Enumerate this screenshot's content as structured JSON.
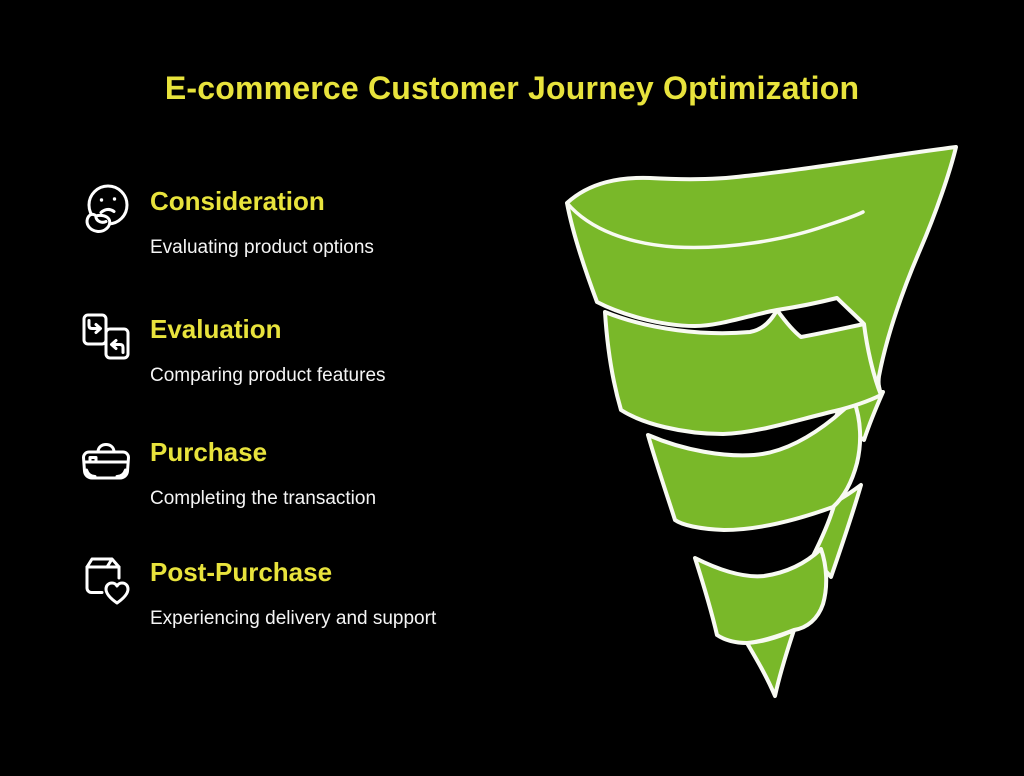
{
  "title": "E-commerce Customer Journey Optimization",
  "colors": {
    "background": "#000000",
    "accent_yellow": "#e8e33c",
    "funnel_green": "#79b829",
    "outline_white": "#f8faf2",
    "body_text_white": "#f5f5f5"
  },
  "stages": [
    {
      "name": "Consideration",
      "description": "Evaluating product options",
      "icon": "thinking-face-icon"
    },
    {
      "name": "Evaluation",
      "description": "Comparing product features",
      "icon": "compare-boxes-icon"
    },
    {
      "name": "Purchase",
      "description": "Completing the transaction",
      "icon": "handbag-icon"
    },
    {
      "name": "Post-Purchase",
      "description": "Experiencing delivery and support",
      "icon": "bag-with-heart-icon"
    }
  ],
  "illustration": {
    "name": "spiral-funnel",
    "description": "Green spiral ribbon funnel tapering to a point",
    "fill": "#79b829",
    "outline": "#f8faf2"
  }
}
